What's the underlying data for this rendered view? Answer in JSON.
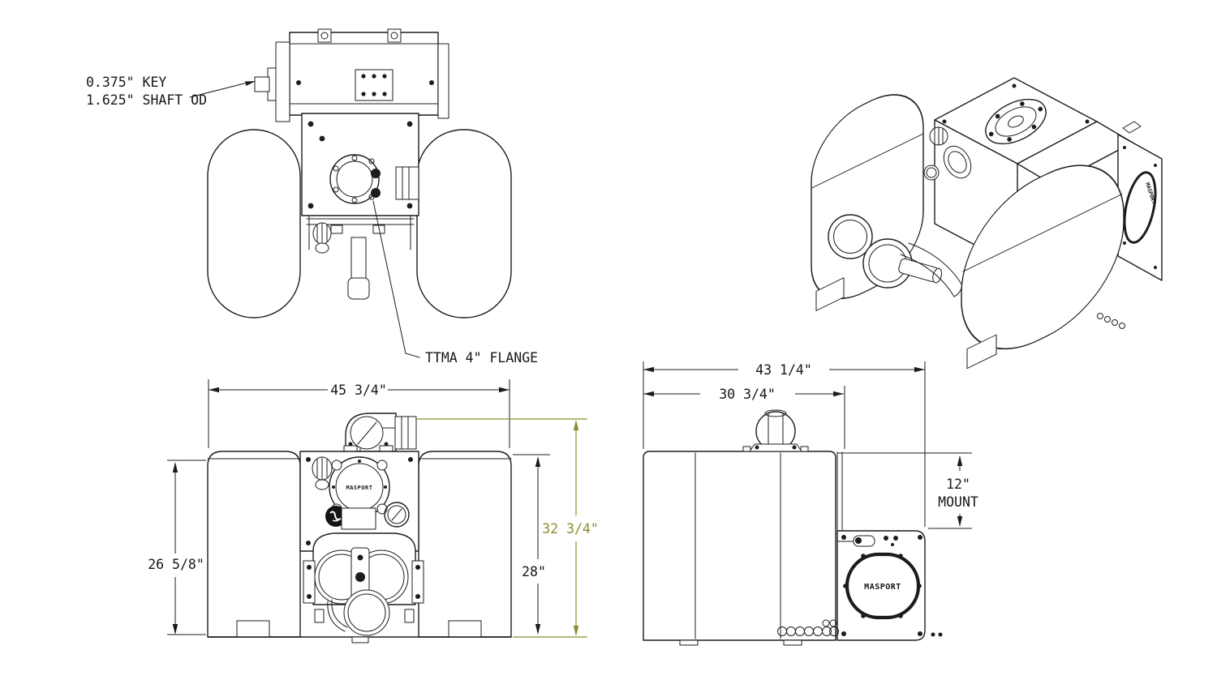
{
  "drawing": {
    "brand": "MASPORT",
    "annotations": {
      "key_label": "0.375\" KEY",
      "shaft_label": "1.625\" SHAFT OD",
      "flange_label": "TTMA 4\" FLANGE"
    },
    "dimensions": {
      "front_overall_width": "45 3/4\"",
      "front_tank_height": "26 5/8\"",
      "front_body_height": "28\"",
      "front_overall_height": "32 3/4\"",
      "side_overall_length": "43 1/4\"",
      "side_tank_length": "30 3/4\"",
      "mount_value": "12\"",
      "mount_word": "MOUNT"
    },
    "colors": {
      "line": "#1c1c1c",
      "accent_dimension": "#8d8b31",
      "background": "#ffffff"
    }
  }
}
